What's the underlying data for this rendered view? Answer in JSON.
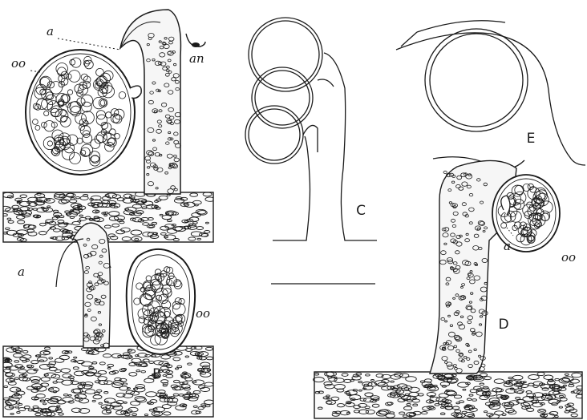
{
  "panels": [
    {
      "letter": "A",
      "labels": {
        "oogonium": "oo",
        "antheridium": "a",
        "antheridial_branch": "an"
      }
    },
    {
      "letter": "B",
      "labels": {
        "antheridium": "a",
        "oogonium": "oo"
      }
    },
    {
      "letter": "C",
      "labels": {}
    },
    {
      "letter": "D",
      "labels": {
        "antheridium": "a",
        "oogonium": "oo"
      }
    },
    {
      "letter": "E",
      "labels": {}
    }
  ],
  "colors": {
    "ink": "#1a1a1a",
    "paper": "#ffffff"
  }
}
